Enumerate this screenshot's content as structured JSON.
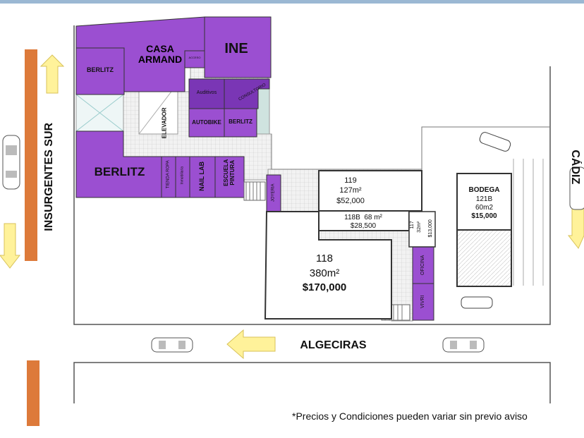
{
  "streets": {
    "west": "INSURGENTES SUR",
    "east": "CÁDIZ",
    "south": "ALGECIRAS"
  },
  "units": {
    "casa_armand": "CASA ARMAND",
    "ine": "INE",
    "berlitz_top": "BERLITZ",
    "berlitz_big": "BERLITZ",
    "berlitz_small": "BERLITZ",
    "auditivos": "Auditivos",
    "consultorio": "CONSULTORIO",
    "autobike": "AUTOBIKE",
    "elevador": "ELEVADOR",
    "tienda_ropa": "TIENDA ROPA",
    "inmobiliaria": "Inmobiliaria",
    "nail_lab": "NAIL LAB",
    "escuela_pintura": "ESCUELA PINTURA",
    "joyeria": "JOYERIA",
    "oficina": "OFICINA",
    "vivri": "VIVRI",
    "small_top": "ACCESO"
  },
  "locals": {
    "u119": {
      "name": "119",
      "area": "127m²",
      "price": "$52,000"
    },
    "u118b": {
      "name": "118B",
      "area": "68 m²",
      "price": "$28,500"
    },
    "u117": {
      "name": "117",
      "area": "32m²",
      "price": "$13,000"
    },
    "u118": {
      "name": "118",
      "area": "380m²",
      "price": "$170,000"
    },
    "bodega": {
      "name": "BODEGA",
      "unit": "121B",
      "area": "60m2",
      "price": "$15,000"
    }
  },
  "disclaimer": "*Precios y Condiciones pueden variar sin previo aviso",
  "colors": {
    "purple": "#9b4fd1",
    "dark_purple": "#7a36b5",
    "orange": "#dd7a3a",
    "yellow_arrow": "#fff29a",
    "top_bar": "#9bb8d3"
  }
}
